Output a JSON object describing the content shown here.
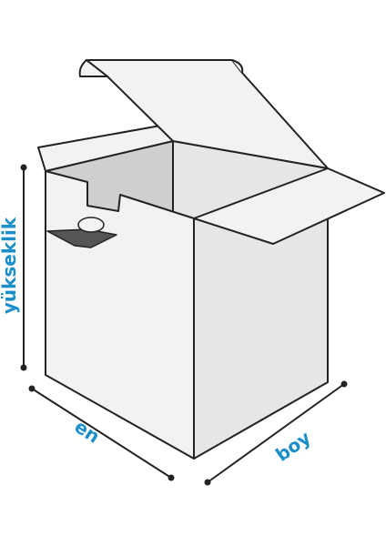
{
  "labels": {
    "height": "yükseklik",
    "width": "en",
    "length": "boy"
  },
  "colors": {
    "label": "#1a8fc9",
    "outline": "#222222",
    "side_light": "#f2f2f2",
    "side_mid": "#e6e6e6",
    "inner_shadow": "#cfcfcf",
    "handle_dark": "#555555",
    "measure_line": "#222222"
  }
}
